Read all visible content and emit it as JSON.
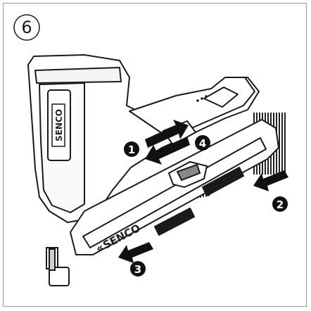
{
  "figure": {
    "step_number": "6",
    "callouts": [
      "1",
      "2",
      "3",
      "4"
    ],
    "brand_label_handle": "SENCO",
    "brand_label_magazine": "SENCO",
    "colors": {
      "line": "#1a1a1a",
      "fill": "#ffffff",
      "callout": "#111111",
      "frame": "#9a9a9a"
    }
  }
}
